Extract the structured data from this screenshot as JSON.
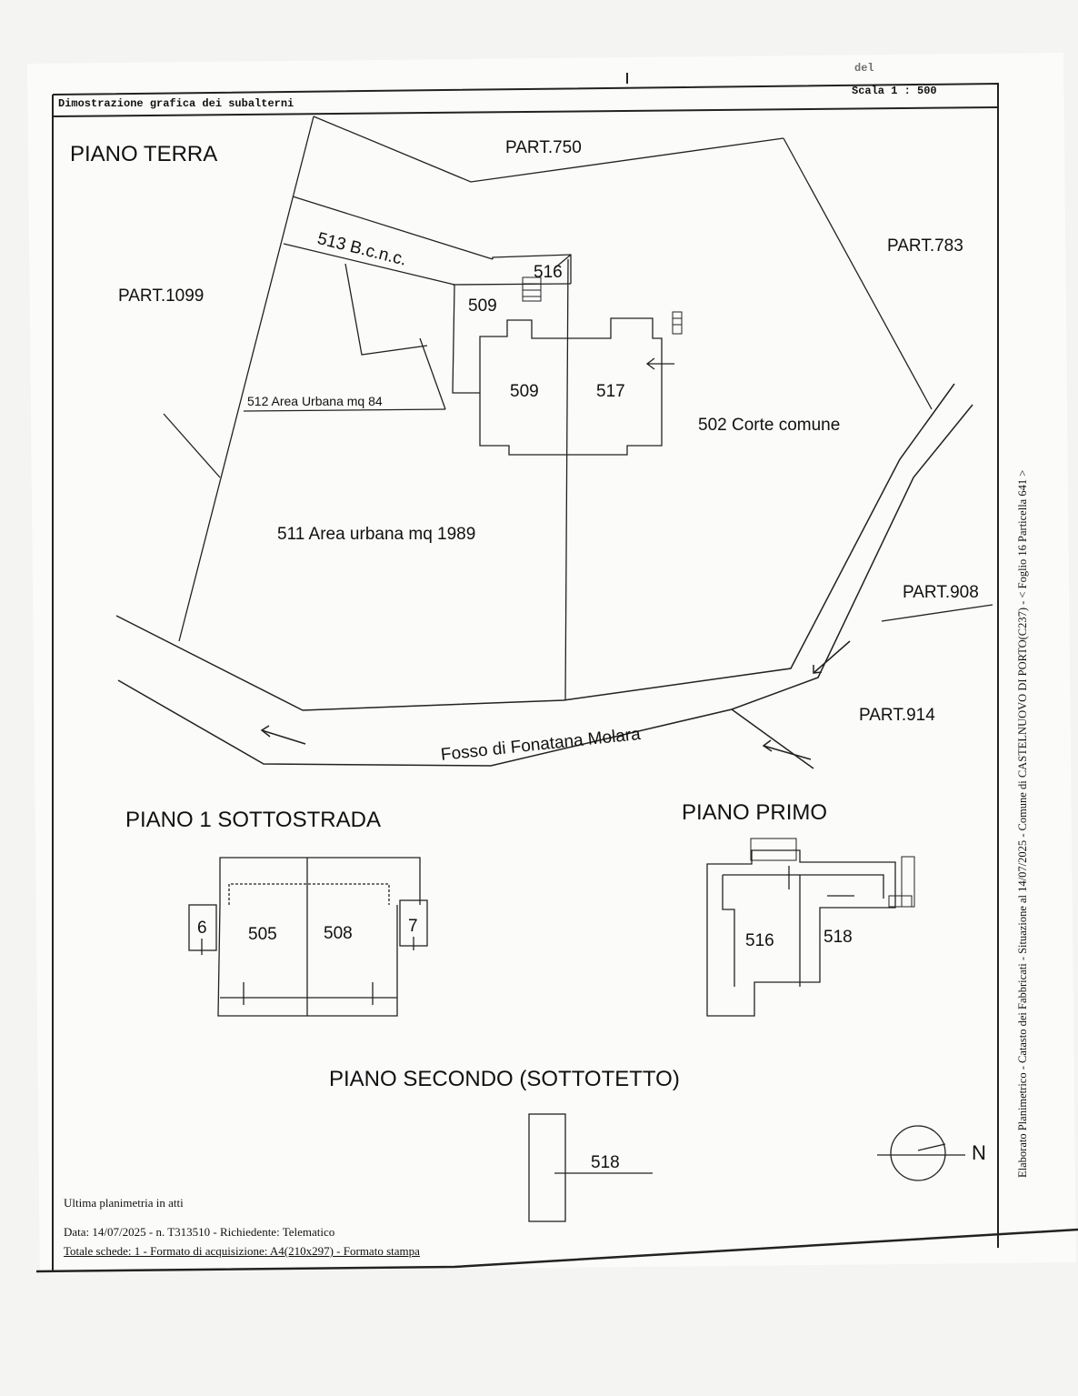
{
  "header": {
    "title": "Dimostrazione grafica dei subalterni",
    "scale": "Scala 1 : 500",
    "top_fragment": "del"
  },
  "piano_terra": {
    "title": "PIANO TERRA",
    "labels": {
      "part750": "PART.750",
      "part783": "PART.783",
      "part1099": "PART.1099",
      "part908": "PART.908",
      "part914": "PART.914",
      "s513": "513 B.c.n.c.",
      "s516": "516",
      "s509a": "509",
      "s509b": "509",
      "s517": "517",
      "s512": "512 Area Urbana mq 84",
      "s502": "502 Corte comune",
      "s511": "511 Area urbana mq 1989",
      "fosso": "Fosso di Fonatana Molara"
    }
  },
  "piano_sottostrada": {
    "title": "PIANO 1 SOTTOSTRADA",
    "labels": {
      "s6": "6",
      "s505": "505",
      "s508": "508",
      "s7": "7"
    }
  },
  "piano_primo": {
    "title": "PIANO PRIMO",
    "labels": {
      "s516": "516",
      "s518": "518"
    }
  },
  "piano_secondo": {
    "title": "PIANO SECONDO (SOTTOTETTO)",
    "labels": {
      "s518": "518"
    }
  },
  "north": {
    "label": "N"
  },
  "footer": {
    "line1": "Ultima planimetria in atti",
    "line2": "Data: 14/07/2025 - n. T313510 - Richiedente: Telematico",
    "line3": "Totale schede: 1 - Formato di acquisizione: A4(210x297) - Formato stampa"
  },
  "side_text": "Elaborato Planimetrico - Catasto dei Fabbricati - Situazione al 14/07/2025 - Comune di CASTELNUOVO DI PORTO(C237) - < Foglio 16 Particella 641 >"
}
